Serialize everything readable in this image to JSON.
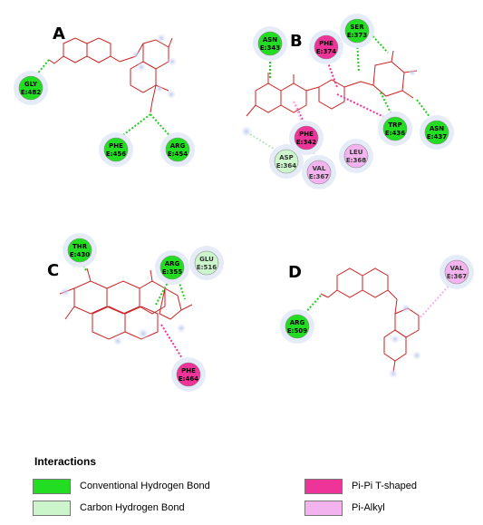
{
  "panels": {
    "A": {
      "label": "A",
      "residues": [
        {
          "chain": "GLY",
          "pos": "E:482",
          "type": "conventional_hbond"
        },
        {
          "chain": "PHE",
          "pos": "E:456",
          "type": "conventional_hbond"
        },
        {
          "chain": "ARG",
          "pos": "E:454",
          "type": "conventional_hbond"
        }
      ]
    },
    "B": {
      "label": "B",
      "residues": [
        {
          "chain": "ASN",
          "pos": "E:343",
          "type": "conventional_hbond"
        },
        {
          "chain": "PHE",
          "pos": "E:374",
          "type": "pi_pi_t_shaped"
        },
        {
          "chain": "SER",
          "pos": "E:373",
          "type": "conventional_hbond"
        },
        {
          "chain": "PHE",
          "pos": "E:342",
          "type": "pi_pi_t_shaped"
        },
        {
          "chain": "TRP",
          "pos": "E:436",
          "type": "conventional_hbond"
        },
        {
          "chain": "ASN",
          "pos": "E:437",
          "type": "conventional_hbond"
        },
        {
          "chain": "ASP",
          "pos": "E:364",
          "type": "carbon_hbond"
        },
        {
          "chain": "VAL",
          "pos": "E:367",
          "type": "pi_alkyl"
        },
        {
          "chain": "LEU",
          "pos": "E:368",
          "type": "pi_alkyl"
        }
      ]
    },
    "C": {
      "label": "C",
      "residues": [
        {
          "chain": "THR",
          "pos": "E:430",
          "type": "conventional_hbond"
        },
        {
          "chain": "ARG",
          "pos": "E:355",
          "type": "conventional_hbond"
        },
        {
          "chain": "GLU",
          "pos": "E:516",
          "type": "carbon_hbond"
        },
        {
          "chain": "PHE",
          "pos": "E:464",
          "type": "pi_pi_t_shaped"
        }
      ]
    },
    "D": {
      "label": "D",
      "residues": [
        {
          "chain": "ARG",
          "pos": "E:509",
          "type": "conventional_hbond"
        },
        {
          "chain": "VAL",
          "pos": "E:367",
          "type": "pi_alkyl"
        }
      ]
    }
  },
  "legend": {
    "title": "Interactions",
    "items": [
      {
        "key": "conventional_hbond",
        "label": "Conventional Hydrogen Bond",
        "color": "#22dd22"
      },
      {
        "key": "carbon_hbond",
        "label": "Carbon Hydrogen Bond",
        "color": "#ccf5cc"
      },
      {
        "key": "pi_pi_t_shaped",
        "label": "Pi-Pi T-shaped",
        "color": "#ee3399"
      },
      {
        "key": "pi_alkyl",
        "label": "Pi-Alkyl",
        "color": "#f3b3ef"
      }
    ]
  },
  "colors": {
    "conventional_hbond": "#22dd22",
    "carbon_hbond": "#ccf5cc",
    "pi_pi_t_shaped": "#ee3399",
    "pi_alkyl": "#f3b3ef",
    "bond": "#cc2222",
    "halo": "#cfd8f2"
  }
}
